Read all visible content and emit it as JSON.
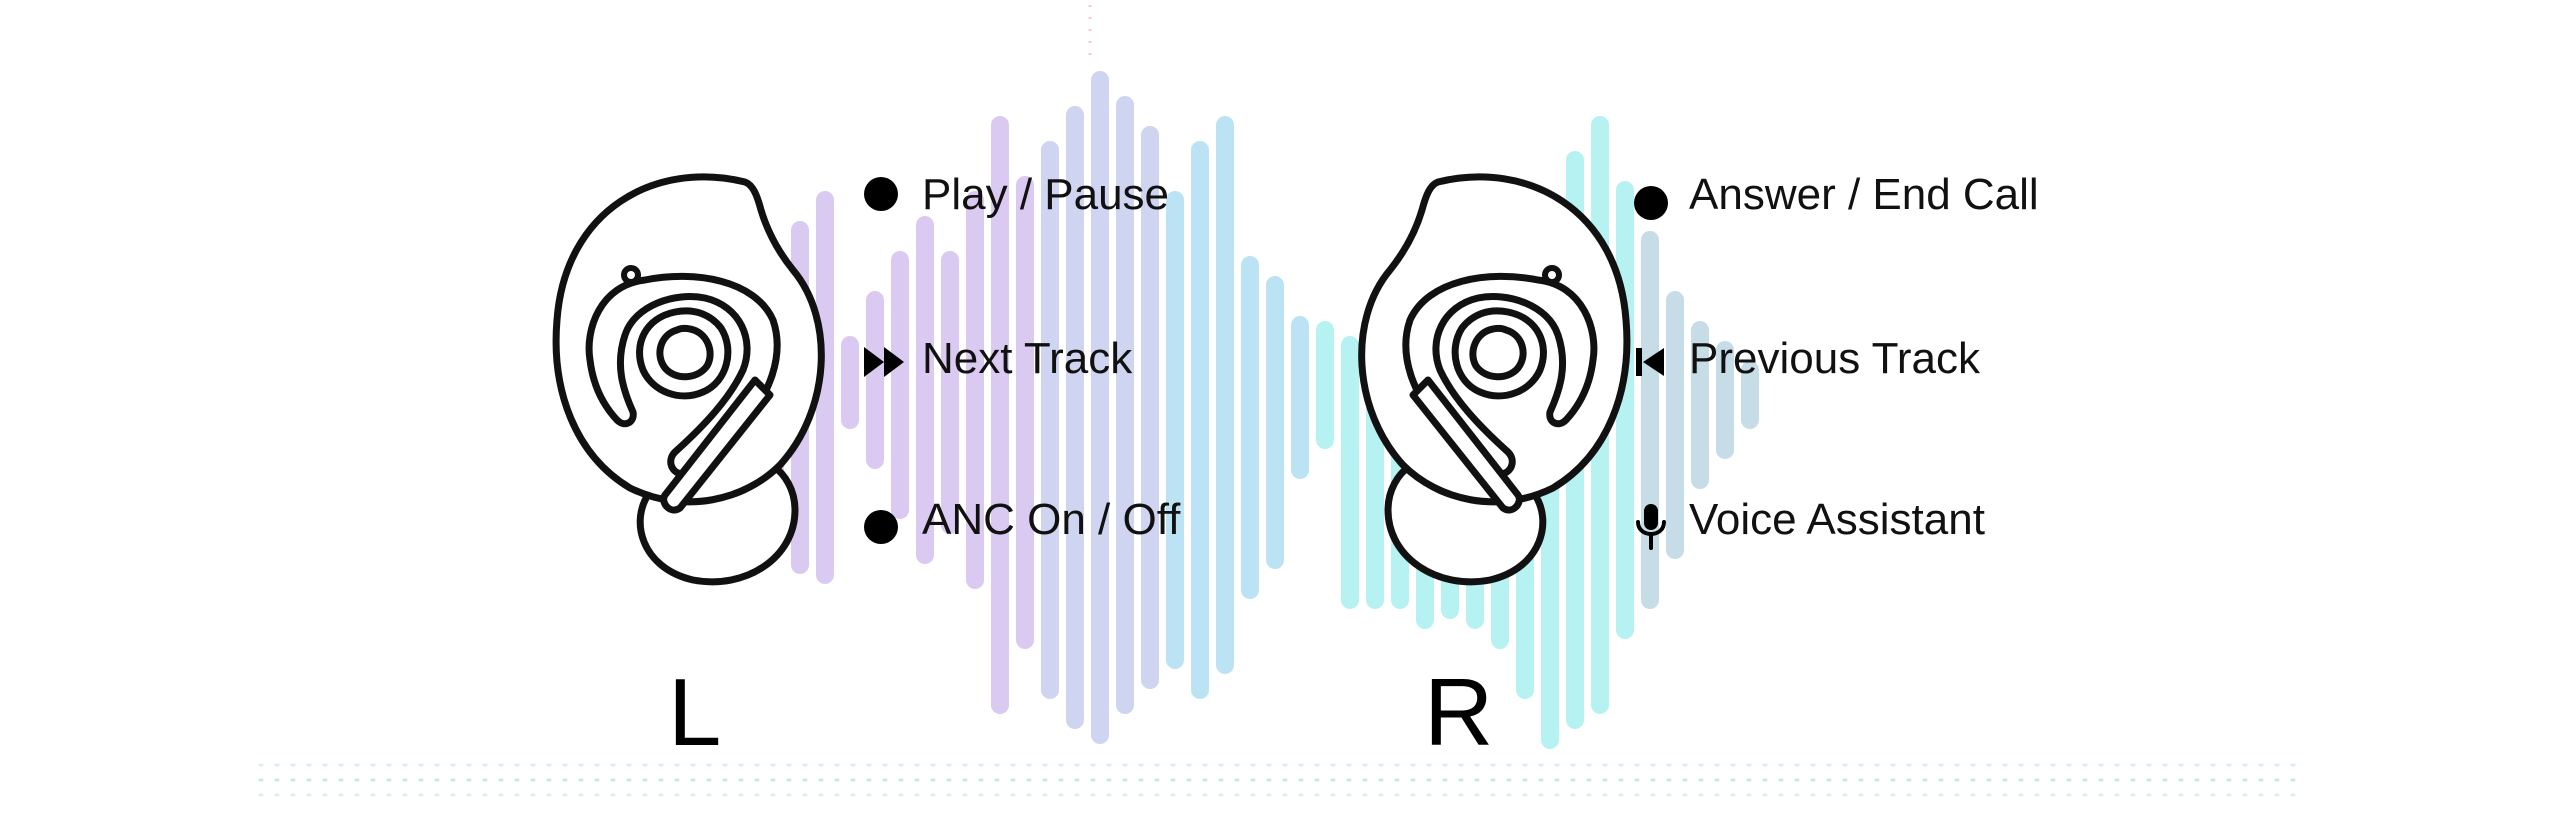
{
  "left_bud": {
    "side_label": "L",
    "controls": [
      {
        "icon": "dot-icon",
        "label": "Play / Pause"
      },
      {
        "icon": "fast-forward-icon",
        "label": "Next Track"
      },
      {
        "icon": "dot-icon",
        "label": "ANC On / Off"
      }
    ]
  },
  "right_bud": {
    "side_label": "R",
    "controls": [
      {
        "icon": "dot-icon",
        "label": "Answer / End Call"
      },
      {
        "icon": "skip-back-icon",
        "label": "Previous Track"
      },
      {
        "icon": "microphone-icon",
        "label": "Voice Assistant"
      }
    ]
  },
  "colors": {
    "wave_pink": "#f5c6e8",
    "wave_purple": "#d9c8f1",
    "wave_lavender": "#cdd2f0",
    "wave_blue": "#b8e2f3",
    "wave_cyan": "#b4f2f2",
    "wave_steel": "#c3dbe6",
    "outline": "#111111"
  }
}
